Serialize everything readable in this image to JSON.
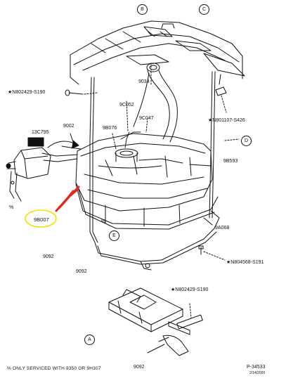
{
  "diagram": {
    "view_letters": [
      "B",
      "C",
      "D",
      "E",
      "A"
    ],
    "part_numbers": {
      "p9034": "9034",
      "p9C052": "9C052",
      "p9C047": "9C047",
      "p9B076": "9B076",
      "p9002": "9002",
      "p13C795": "13C795",
      "p9B593": "9B593",
      "p9A068": "9A068",
      "p9B007": "9B007",
      "p9092a": "9092",
      "p9092b": "9092",
      "p9092c": "9092"
    },
    "fasteners": {
      "f1": "★N802429-S190",
      "f2": "★N801107-S426",
      "f3": "★N804568-S191",
      "f4": "★N802429-S190"
    },
    "footnote_marks": [
      "%",
      "%"
    ],
    "footnote": "%  ONLY SERVICED WITH 9350 OR 9H307",
    "figure_number": "P-34533",
    "figure_date": "2/14/2000",
    "highlight_color": "#f2e200",
    "pointer_color": "#e5261e"
  }
}
